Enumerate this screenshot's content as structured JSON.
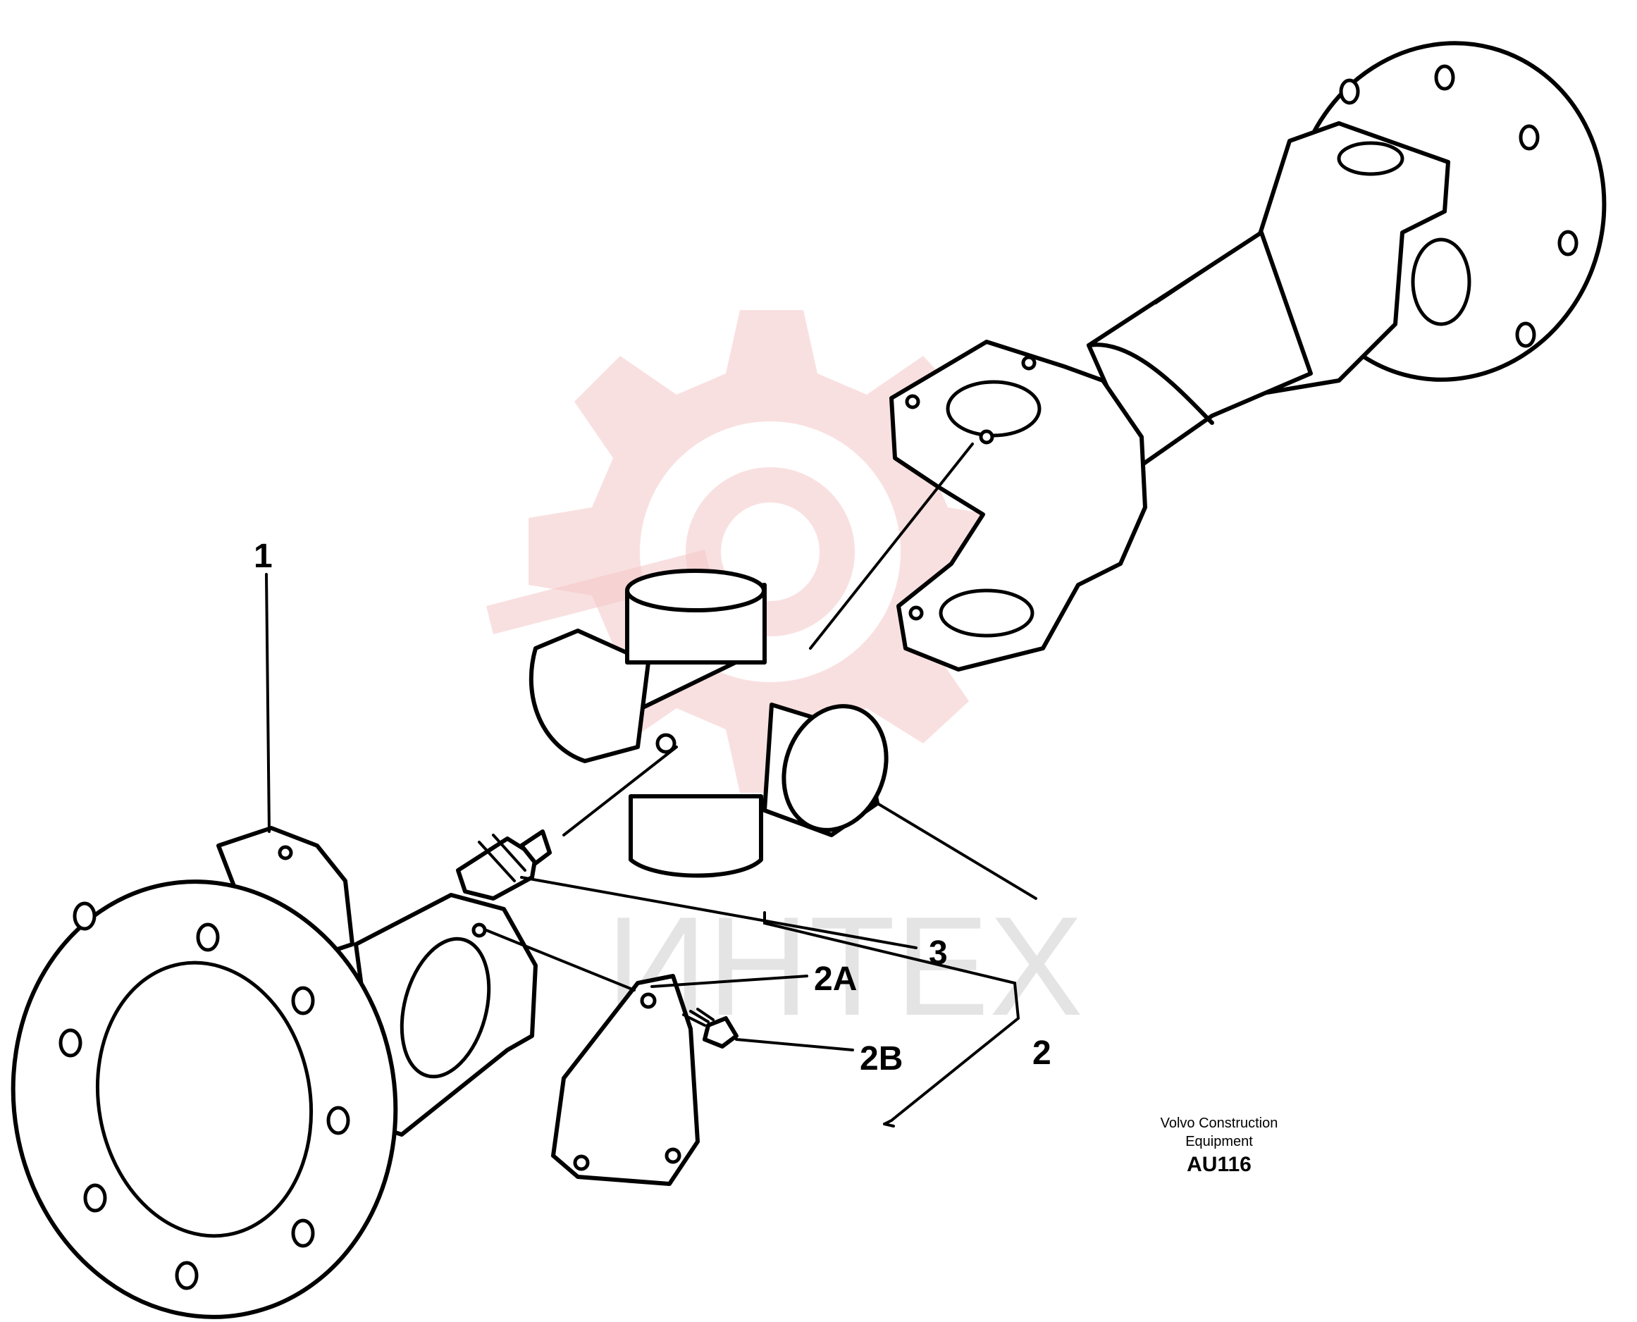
{
  "callouts": {
    "item_1": "1",
    "item_2": "2",
    "item_2a": "2A",
    "item_2b": "2B",
    "item_3": "3"
  },
  "footer": {
    "line1": "Volvo Construction",
    "line2": "Equipment",
    "code": "AU116"
  },
  "watermark": {
    "text": "ИНТЕХ",
    "color": "#f4c6c6"
  }
}
